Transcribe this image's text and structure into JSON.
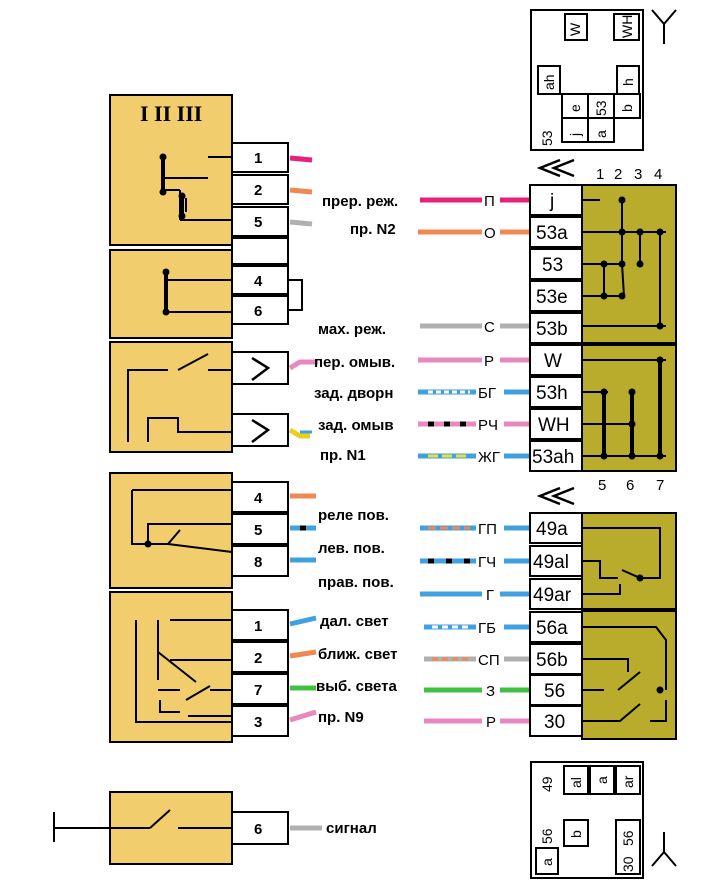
{
  "left_pins": [
    "1",
    "2",
    "5",
    "4",
    "6",
    "4",
    "5",
    "8",
    "1",
    "2",
    "7",
    "3",
    "6"
  ],
  "switch_positions": "I II III",
  "wires": [
    {
      "label": "прер. реж.",
      "code": "П",
      "terminal": "j"
    },
    {
      "label": "пр. N2",
      "code": "О",
      "terminal": "53a"
    },
    {
      "label": "",
      "code": "",
      "terminal": "53"
    },
    {
      "label": "",
      "code": "",
      "terminal": "53e"
    },
    {
      "label": "мах. реж.",
      "code": "С",
      "terminal": "53b"
    },
    {
      "label": "пер. омыв.",
      "code": "Р",
      "terminal": "W"
    },
    {
      "label": "зад. дворн",
      "code": "БГ",
      "terminal": "53h"
    },
    {
      "label": "зад. омыв",
      "code": "РЧ",
      "terminal": "WH"
    },
    {
      "label": "пр. N1",
      "code": "ЖГ",
      "terminal": "53ah"
    },
    {
      "label": "реле пов.",
      "code": "",
      "terminal": ""
    },
    {
      "label": "лев. пов.",
      "code": "ГП",
      "terminal": "49a"
    },
    {
      "label": "прав. пов.",
      "code": "ГЧ",
      "terminal": "49al"
    },
    {
      "label": "",
      "code": "Г",
      "terminal": "49ar"
    },
    {
      "label": "дал. свет",
      "code": "ГБ",
      "terminal": "56a"
    },
    {
      "label": "ближ. свет",
      "code": "СП",
      "terminal": "56b"
    },
    {
      "label": "выб. света",
      "code": "З",
      "terminal": "56"
    },
    {
      "label": "пр. N9",
      "code": "Р",
      "terminal": "30"
    },
    {
      "label": "сигнал",
      "code": "",
      "terminal": ""
    }
  ],
  "columns_top": [
    "1",
    "2",
    "3",
    "4"
  ],
  "columns_bottom": [
    "5",
    "6",
    "7"
  ],
  "connector_top": [
    "W",
    "WH",
    "ah",
    "h",
    "e",
    "53",
    "b",
    "53",
    "j",
    "a"
  ],
  "connector_bottom": [
    "49",
    "al",
    "a",
    "ar",
    "56",
    "b",
    "30",
    "56",
    "a"
  ],
  "colors": {
    "switch_body": "#f2cd6e",
    "contact_block": "#b9ac2c"
  }
}
